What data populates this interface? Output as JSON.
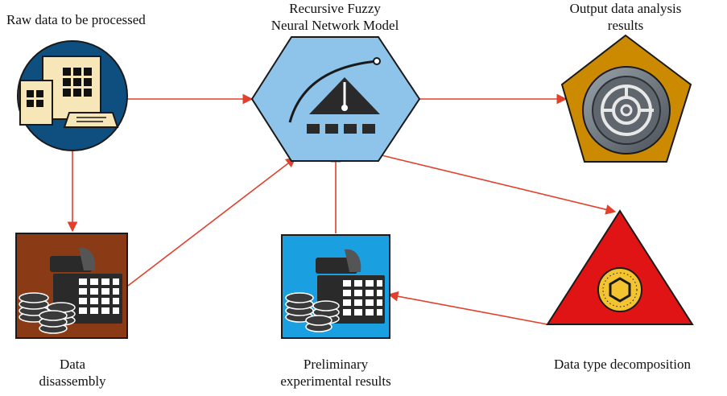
{
  "nodes": {
    "raw_data": {
      "label": "Raw data to be processed",
      "icon": "building-document-icon",
      "fill": "#0e4f7f"
    },
    "model": {
      "label_line1": "Recursive Fuzzy",
      "label_line2": "Neural Network Model",
      "icon": "gauge-triangle-icon",
      "fill": "#8ec3ea"
    },
    "output": {
      "label_line1": "Output data analysis",
      "label_line2": "results",
      "icon": "vault-dial-icon",
      "fill": "#cc8a00"
    },
    "disassembly": {
      "label_line1": "Data",
      "label_line2": "disassembly",
      "icon": "database-calculator-icon",
      "fill": "#8a3a14"
    },
    "preliminary": {
      "label_line1": "Preliminary",
      "label_line2": "experimental results",
      "icon": "database-calculator-icon",
      "fill": "#1aa0e0"
    },
    "decomposition": {
      "label": "Data type decomposition",
      "icon": "hexagon-coin-icon",
      "fill": "#e01414"
    }
  },
  "edges": [
    {
      "from": "raw_data",
      "to": "model"
    },
    {
      "from": "model",
      "to": "output"
    },
    {
      "from": "raw_data",
      "to": "disassembly"
    },
    {
      "from": "disassembly",
      "to": "model"
    },
    {
      "from": "preliminary",
      "to": "model"
    },
    {
      "from": "model",
      "to": "decomposition"
    },
    {
      "from": "decomposition",
      "to": "preliminary"
    }
  ],
  "colors": {
    "arrow": "#e0402c"
  }
}
